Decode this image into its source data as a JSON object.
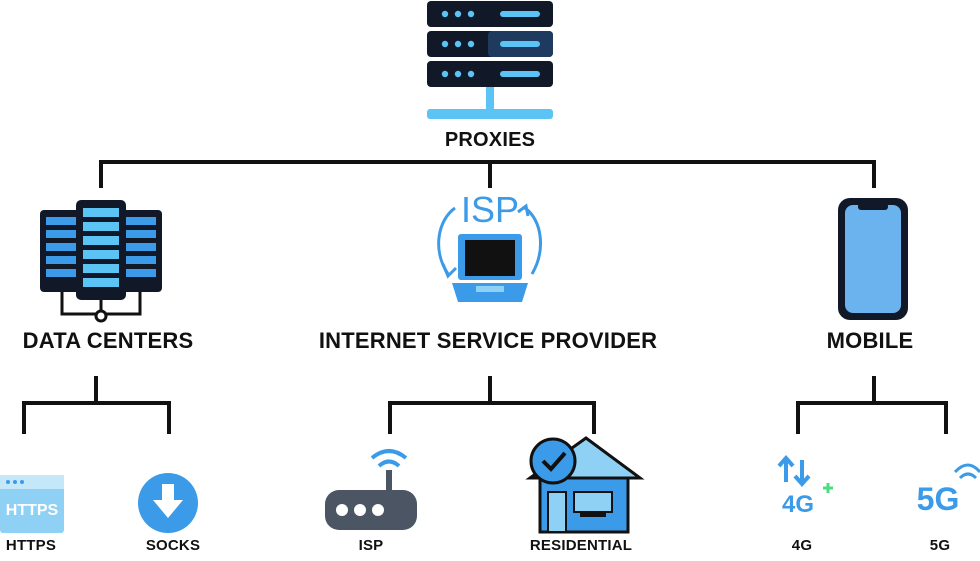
{
  "root": {
    "label": "PROXIES",
    "icon": "server-rack-icon"
  },
  "categories": [
    {
      "label": "DATA CENTERS",
      "icon": "data-center-icon",
      "children": [
        {
          "label": "HTTPS",
          "icon": "https-browser-icon",
          "icon_text": "HTTPS"
        },
        {
          "label": "SOCKS",
          "icon": "socks-download-icon"
        }
      ]
    },
    {
      "label": "INTERNET SERVICE PROVIDER",
      "icon": "isp-laptop-icon",
      "icon_text": "ISP",
      "children": [
        {
          "label": "ISP",
          "icon": "router-icon"
        },
        {
          "label": "RESIDENTIAL",
          "icon": "residential-house-icon"
        }
      ]
    },
    {
      "label": "MOBILE",
      "icon": "smartphone-icon",
      "children": [
        {
          "label": "4G",
          "icon": "4g-signal-icon",
          "icon_text": "4G"
        },
        {
          "label": "5G",
          "icon": "5g-signal-icon",
          "icon_text": "5G"
        }
      ]
    }
  ],
  "colors": {
    "line": "#111111",
    "dark": "#111827",
    "blue": "#3b9be8",
    "light_blue": "#8fd0f5",
    "text": "#111111"
  }
}
